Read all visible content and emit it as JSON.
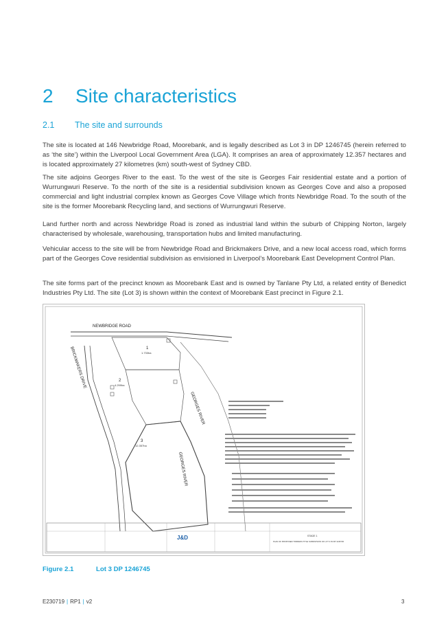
{
  "section": {
    "number": "2",
    "title": "Site characteristics"
  },
  "subsection": {
    "number": "2.1",
    "title": "The site and surrounds"
  },
  "paragraphs": [
    "The site is located at 146 Newbridge Road, Moorebank, and is legally described as Lot 3 in DP 1246745 (herein referred to as ‘the site’) within the Liverpool Local Government Area (LGA). It comprises an area of approximately 12.357 hectares and is located approximately 27 kilometres (km) south-west of Sydney CBD.",
    "The site adjoins Georges River to the east. To the west of the site is Georges Fair residential estate and a portion of Wurrungwuri Reserve. To the north of the site is a residential subdivision known as Georges Cove and also a proposed commercial and light industrial complex known as Georges Cove Village which fronts Newbridge Road. To the south of the site is the former Moorebank Recycling land, and sections of Wurrungwuri Reserve.",
    "Land further north and across Newbridge Road is zoned as industrial land within the suburb of Chipping Norton, largely characterised by wholesale, warehousing, transportation hubs and limited manufacturing.",
    "Vehicular access to the site will be from Newbridge Road and Brickmakers Drive, and a new local access road, which forms part of the Georges Cove residential subdivision as envisioned in Liverpool’s Moorebank East Development Control Plan.",
    "The site forms part of the precinct known as Moorebank East and is owned by Tanlane Pty Ltd, a related entity of Benedict Industries Pty Ltd. The site (Lot 3) is shown within the context of Moorebank East precinct in Figure 2.1."
  ],
  "figure": {
    "road_label": "NEWBRIDGE ROAD",
    "street_label": "BRICKMAKERS DRIVE",
    "river_label_1": "GEORGES RIVER",
    "river_label_2": "GEORGES RIVER",
    "lot_1": "1",
    "lot_2": "2",
    "lot_3": "3",
    "lot_1_area": "1.733ha",
    "lot_2_area": "4.299ha",
    "lot_3_area": "12.357ha",
    "logo": "J&D",
    "stage": "STAGE 1",
    "title_block": "PLAN OF PROPOSED TORRENS TITLE SUBDIVISION OF LOT 3 IN DP 1246745"
  },
  "caption": {
    "number": "Figure 2.1",
    "title": "Lot 3 DP 1246745"
  },
  "footer": {
    "doc": "E230719",
    "rp": "RP1",
    "version": "v2",
    "page": "3"
  },
  "colors": {
    "accent": "#1aa3d6"
  }
}
